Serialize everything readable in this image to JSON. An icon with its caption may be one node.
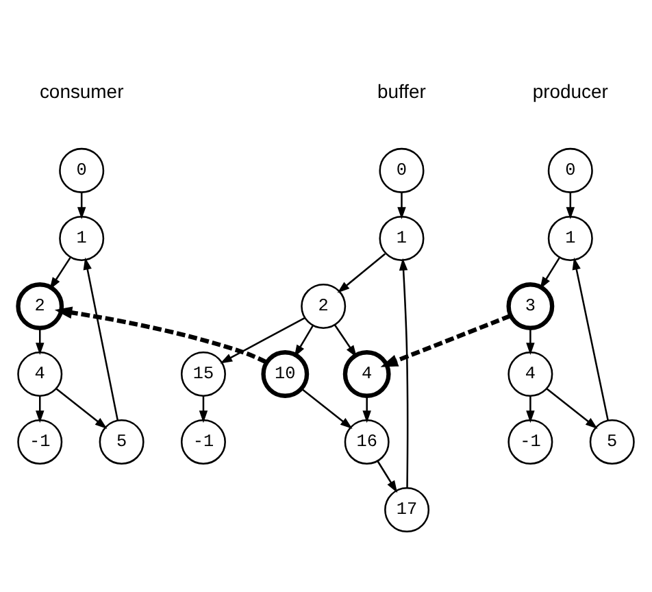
{
  "diagram": {
    "nodes": [
      {
        "text": [
          "0"
        ]
      },
      {
        "text": [
          "1"
        ]
      },
      {
        "text": [
          "3"
        ]
      },
      {
        "text": [
          "4"
        ]
      },
      {
        "text": [
          "5"
        ]
      },
      {
        "text": [
          "-1"
        ]
      },
      {
        "text": [
          "0"
        ]
      },
      {
        "text": [
          "1"
        ]
      },
      {
        "text": [
          "2"
        ]
      },
      {
        "text": [
          "4"
        ]
      },
      {
        "text": [
          "10"
        ]
      },
      {
        "text": [
          "16"
        ]
      },
      {
        "text": [
          "17"
        ]
      },
      {
        "text": [
          "15"
        ]
      },
      {
        "text": [
          "-1"
        ]
      },
      {
        "text": [
          "0"
        ]
      },
      {
        "text": [
          "1"
        ]
      },
      {
        "text": [
          "2"
        ]
      },
      {
        "text": [
          "4"
        ]
      },
      {
        "text": [
          "5"
        ]
      },
      {
        "text": [
          "-1"
        ]
      }
    ],
    "edges": [
      {
        "from": 0,
        "to": 1,
        "arrow": "to"
      },
      {
        "from": 1,
        "to": 2,
        "arrow": "to"
      },
      {
        "from": 2,
        "to": 3,
        "arrow": "to"
      },
      {
        "from": 3,
        "to": 4,
        "arrow": "to"
      },
      {
        "from": 4,
        "to": 1,
        "arrow": "to"
      },
      {
        "from": 3,
        "to": 5,
        "arrow": "to"
      },
      {
        "from": 6,
        "to": 7,
        "arrow": "to"
      },
      {
        "from": 7,
        "to": 8,
        "arrow": "to"
      },
      {
        "from": 8,
        "to": 9,
        "arrow": "to"
      },
      {
        "from": 8,
        "to": 10,
        "arrow": "to"
      },
      {
        "from": 8,
        "to": 13,
        "arrow": "to"
      },
      {
        "from": 9,
        "to": 11,
        "arrow": "to"
      },
      {
        "from": 10,
        "to": 11,
        "arrow": "to"
      },
      {
        "from": 11,
        "to": 12,
        "arrow": "to"
      },
      {
        "from": 12,
        "to": 7,
        "arrow": "to"
      },
      {
        "from": 13,
        "to": 14,
        "arrow": "to"
      },
      {
        "from": 15,
        "to": 16,
        "arrow": "to"
      },
      {
        "from": 16,
        "to": 17,
        "arrow": "to"
      },
      {
        "from": 17,
        "to": 18,
        "arrow": "to"
      },
      {
        "from": 18,
        "to": 19,
        "arrow": "to"
      },
      {
        "from": 19,
        "to": 16,
        "arrow": "to"
      },
      {
        "from": 18,
        "to": 20,
        "arrow": "to"
      },
      {
        "from": 2,
        "to": 9,
        "arrow": "to",
        "style": "dashed"
      },
      {
        "from": 10,
        "to": 17,
        "arrow": "to",
        "style": "dashed"
      }
    ],
    "labels": [
      "producer",
      "buffer",
      "consumer"
    ]
  }
}
